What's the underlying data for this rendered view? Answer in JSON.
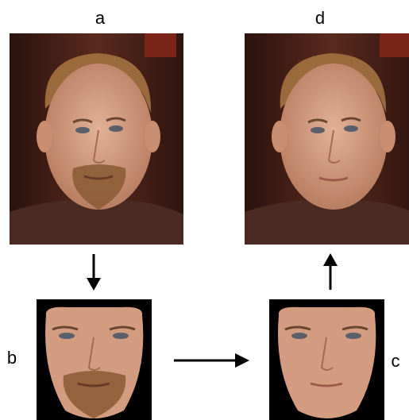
{
  "labels": {
    "a": "a",
    "b": "b",
    "c": "c",
    "d": "d"
  },
  "colors": {
    "background": "#ffffff",
    "arrow": "#000000",
    "photo_bg": "#3a1a14",
    "crop_bg": "#000000",
    "skin": "#d9a48a",
    "hair": "#9a6a3c",
    "beard": "#8a5a34",
    "shirt": "#4a2a22"
  }
}
